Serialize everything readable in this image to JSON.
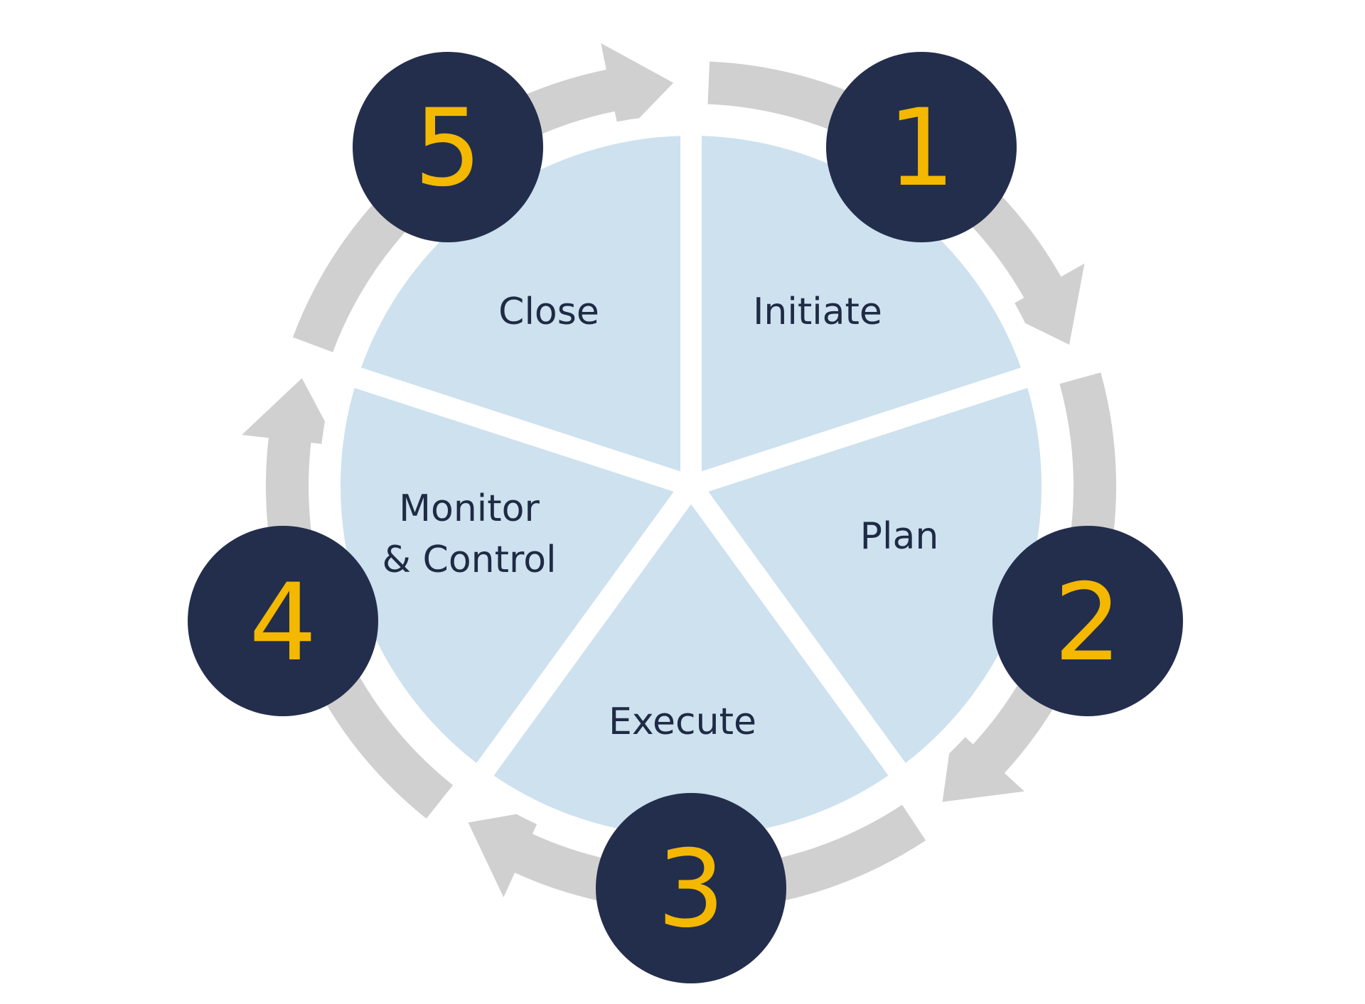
{
  "colors": {
    "segment_fill": "#cde1ef",
    "separator": "#ffffff",
    "ring_arrow": "#d0d0d0",
    "badge_fill": "#232e4c",
    "number_color": "#f4b800",
    "label_color": "#1f2a44"
  },
  "phases": [
    {
      "number": "1",
      "label": "Initiate"
    },
    {
      "number": "2",
      "label": "Plan"
    },
    {
      "number": "3",
      "label": "Execute"
    },
    {
      "number": "4",
      "label_line1": "Monitor",
      "label_line2": "& Control"
    },
    {
      "number": "5",
      "label": "Close"
    }
  ]
}
